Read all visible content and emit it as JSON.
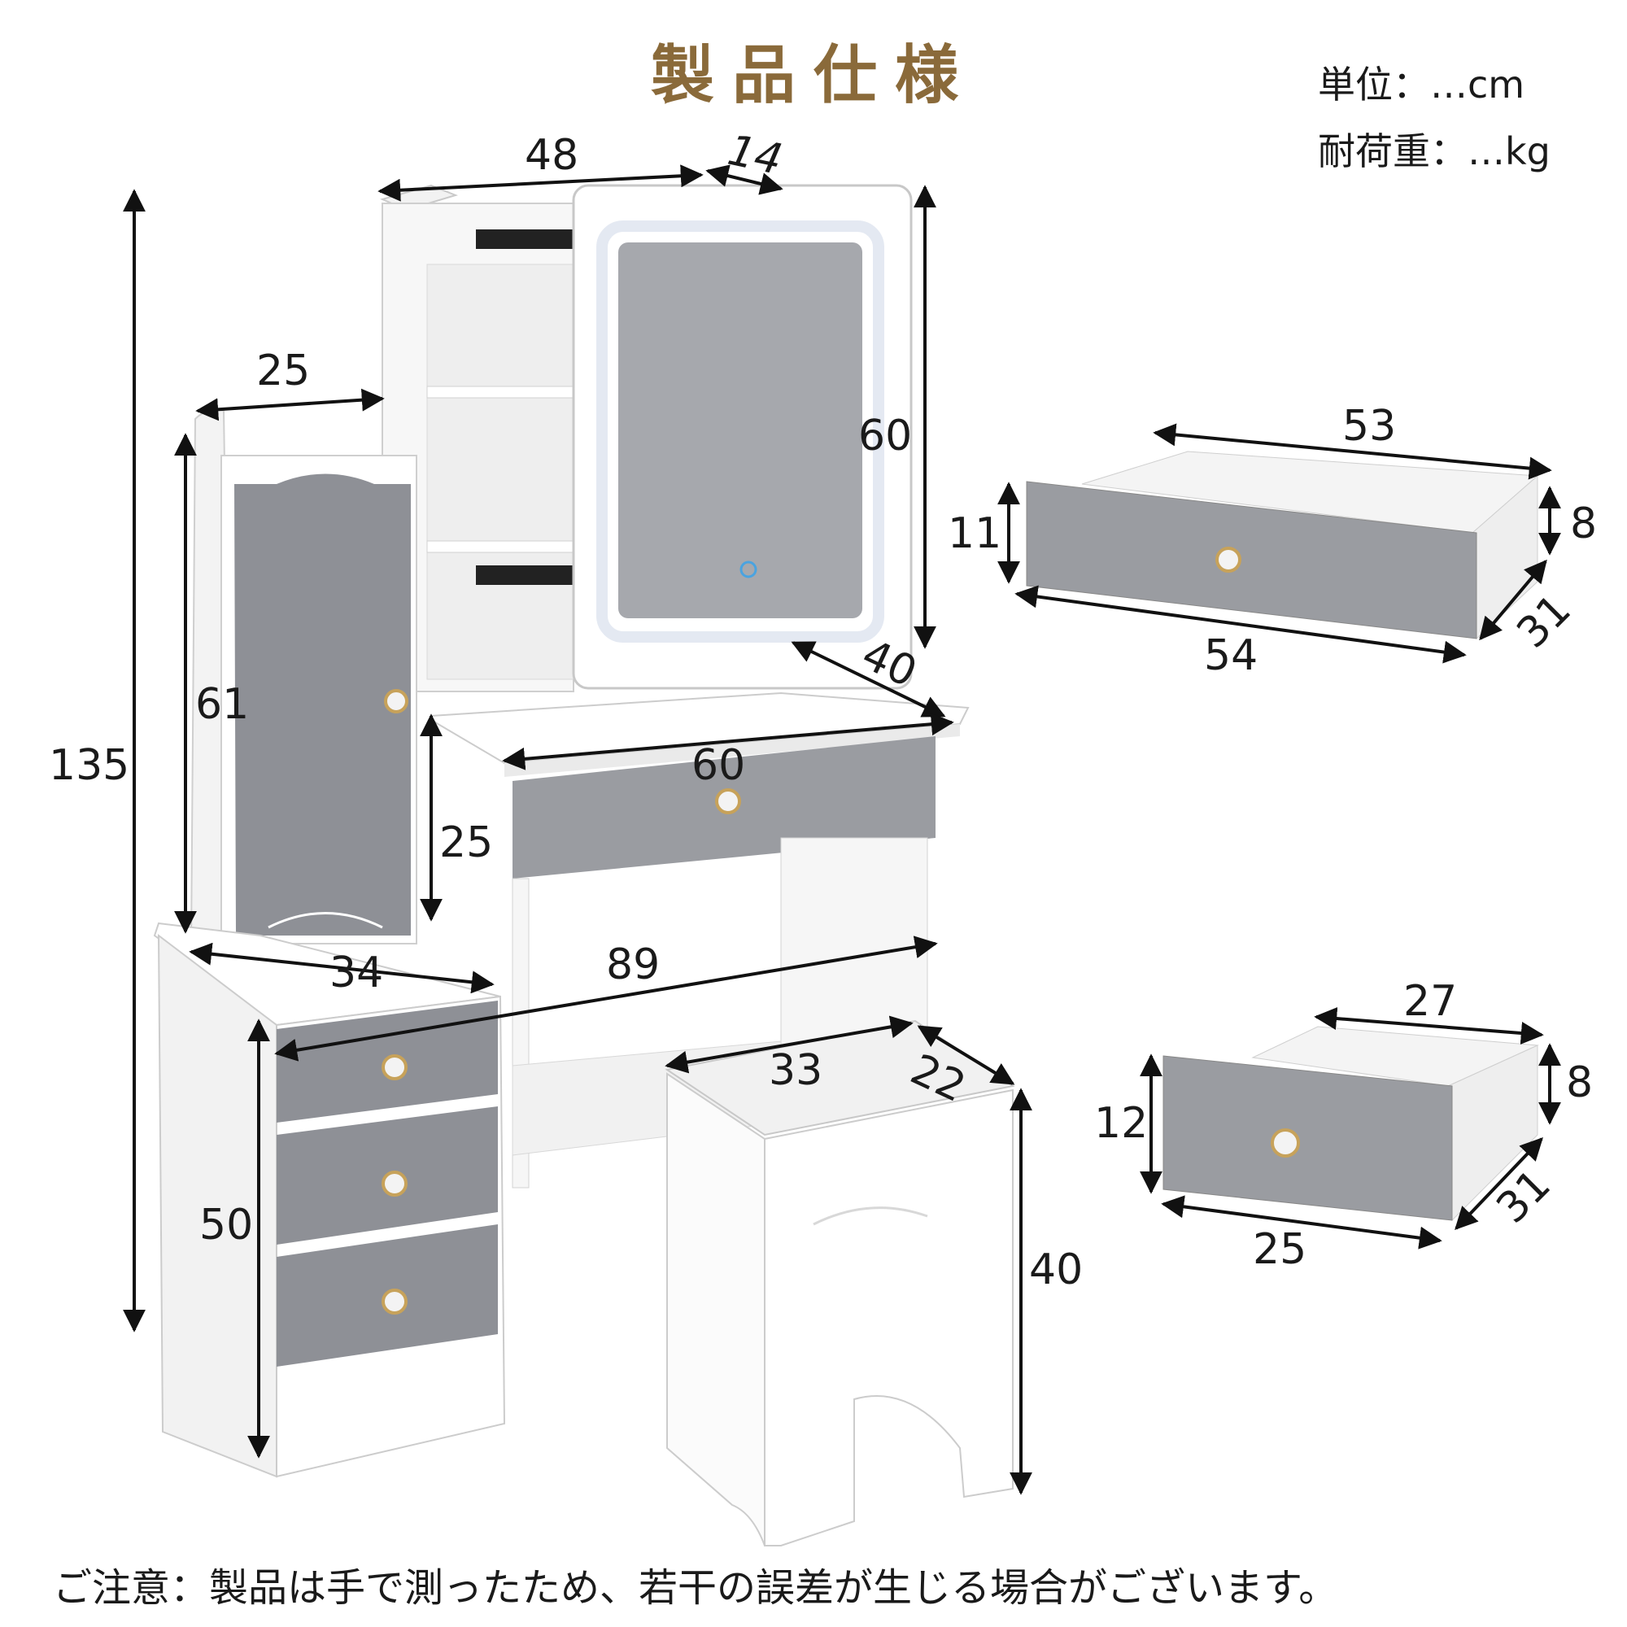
{
  "title": "製品仕様",
  "units": {
    "size": "単位：…cm",
    "load": "耐荷重：…kg"
  },
  "dimensions": {
    "total_height": "135",
    "shelf_width": "48",
    "shelf_depth": "14",
    "side_cabinet_width": "25",
    "mirror_height": "60",
    "side_door_height": "61",
    "desk_depth": "40",
    "desk_width": "60",
    "knee_clearance": "25",
    "drawer_cabinet_width": "34",
    "total_width": "89",
    "drawer_cabinet_height": "50",
    "stool_width": "33",
    "stool_depth": "22",
    "stool_height": "40",
    "large_drawer_inner_width": "53",
    "large_drawer_height": "11",
    "large_drawer_inner_height": "8",
    "large_drawer_width": "54",
    "large_drawer_depth": "31",
    "small_drawer_inner_width": "27",
    "small_drawer_height": "12",
    "small_drawer_inner_height": "8",
    "small_drawer_width": "25",
    "small_drawer_depth": "31"
  },
  "note": "ご注意：製品は手で測ったため、若干の誤差が生じる場合がございます。",
  "colors": {
    "title": "#8a6a3a",
    "panel": "#9a9ca1",
    "body": "#ffffff",
    "led": "#e8edf5"
  }
}
